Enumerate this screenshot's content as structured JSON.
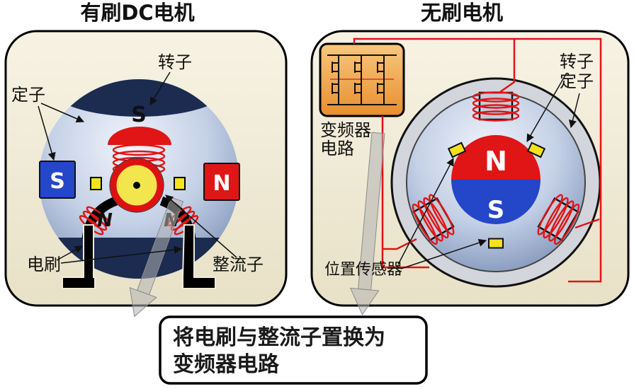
{
  "left_panel": {
    "title": "有刷DC电机",
    "rotor_label": "转子",
    "stator_label": "定子",
    "brush_label": "电刷",
    "commutator_label": "整流子",
    "rotor_pole": "S",
    "left_magnet": "S",
    "right_magnet": "N",
    "inner_pole_left": "N",
    "inner_pole_right": "N"
  },
  "right_panel": {
    "title": "无刷电机",
    "rotor_label": "转子",
    "stator_label": "定子",
    "inverter_label_line1": "变频器",
    "inverter_label_line2": "电路",
    "position_sensor_label": "位置传感器",
    "rotor_north": "N",
    "rotor_south": "S"
  },
  "callout": {
    "line1": "将电刷与整流子置换为",
    "line2": "变频器电路"
  },
  "colors": {
    "magnet_red": "#e01515",
    "magnet_blue": "#2446c8",
    "sensor_yellow": "#f2e31c",
    "coil_red": "#e01515",
    "wire_red": "#e01515",
    "panel_fill": "#f1ecd8",
    "navy": "#1c2b50",
    "gray_arrow": "#b3b3b3"
  }
}
